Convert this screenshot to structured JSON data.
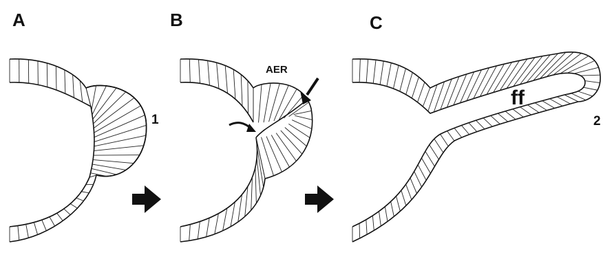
{
  "panels": [
    {
      "label": "A",
      "step_number": "1"
    },
    {
      "label": "B",
      "structure_label": "AER"
    },
    {
      "label": "C",
      "structure_label": "ff",
      "step_number": "2"
    }
  ],
  "colors": {
    "ink": "#111111",
    "background": "#ffffff"
  }
}
